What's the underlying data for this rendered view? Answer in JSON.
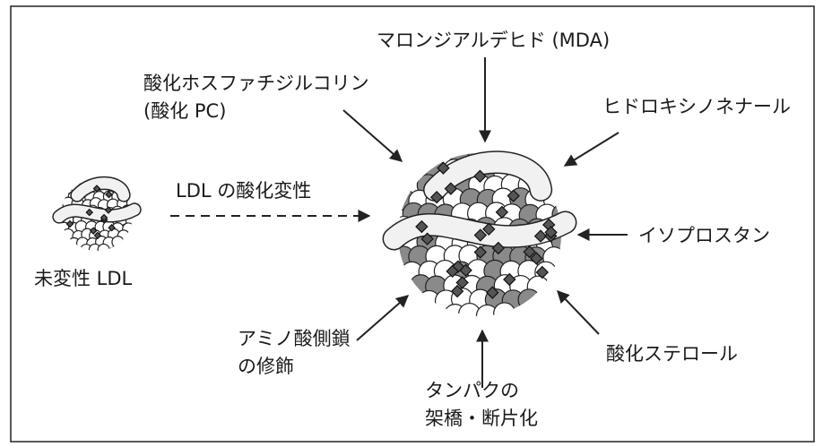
{
  "labels": {
    "mda": "マロンジアルデヒド (MDA)",
    "oxpc_line1": "酸化ホスファチジルコリン",
    "oxpc_line2": "(酸化 PC)",
    "hne": "ヒドロキシノネナール",
    "ldl_oxidation": "LDL の酸化変性",
    "native_ldl": "未変性 LDL",
    "isoprostane": "イソプロスタン",
    "amino_line1": "アミノ酸側鎖",
    "amino_line2": "の修飾",
    "protein_line1": "タンパクの",
    "protein_line2": "架橋・断片化",
    "oxsterol": "酸化ステロール"
  }
}
